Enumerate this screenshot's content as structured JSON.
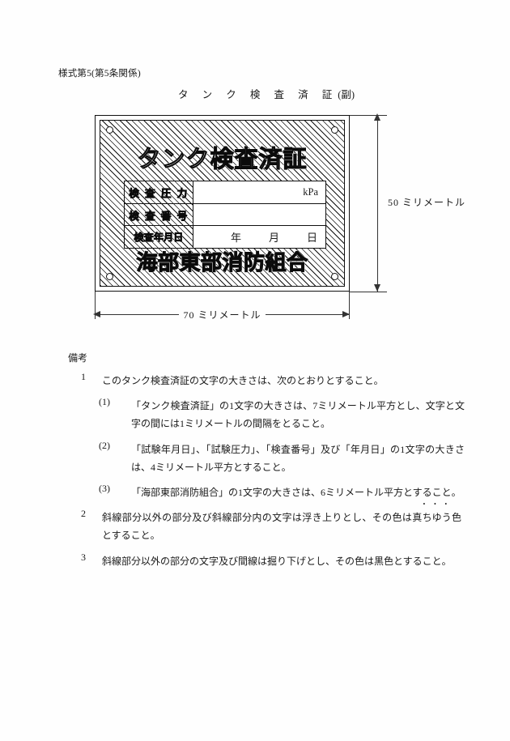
{
  "header": {
    "form_number": "様式第5(第5条関係)",
    "document_title": "タ ン ク 検 査 済 証",
    "document_title_suffix": "(副)"
  },
  "plate": {
    "title": "タンク検査済証",
    "organization": "海部東部消防組合",
    "rows": [
      {
        "label": "検 査 圧 力",
        "value": "",
        "unit": "kPa"
      },
      {
        "label": "検 査 番 号",
        "value": "",
        "unit": ""
      },
      {
        "label": "検査年月日",
        "value": "",
        "unit": ""
      }
    ],
    "date_fields": [
      "年",
      "月",
      "日"
    ]
  },
  "dimensions": {
    "height_label": "50 ミリメートル",
    "width_label": "70 ミリメートル"
  },
  "notes": {
    "heading": "備考",
    "items": [
      {
        "number": "1",
        "text": "このタンク検査済証の文字の大きさは、次のとおりとすること。",
        "subitems": [
          {
            "number": "(1)",
            "text": "「タンク検査済証」の1文字の大きさは、7ミリメートル平方とし、文字と文字の間には1ミリメートルの間隔をとること。"
          },
          {
            "number": "(2)",
            "text": "「試験年月日」、「試験圧力」、「検査番号」及び「年月日」の1文字の大きさは、4ミリメートル平方とすること。"
          },
          {
            "number": "(3)",
            "text": "「海部東部消防組合」の1文字の大きさは、6ミリメートル平方とすること。"
          }
        ]
      },
      {
        "number": "2",
        "text_before_emphasis": "斜線部分以外の部分及び斜線部分内の文字は浮き上りとし、その色は真",
        "emphasis_text": "ちゆう",
        "text_after_emphasis": "色とすること。",
        "subitems": []
      },
      {
        "number": "3",
        "text": "斜線部分以外の部分の文字及び間線は掘り下げとし、その色は黒色とすること。",
        "subitems": []
      }
    ]
  },
  "colors": {
    "ink": "#1a1a1a",
    "line": "#111111",
    "paper": "#fefefe"
  }
}
